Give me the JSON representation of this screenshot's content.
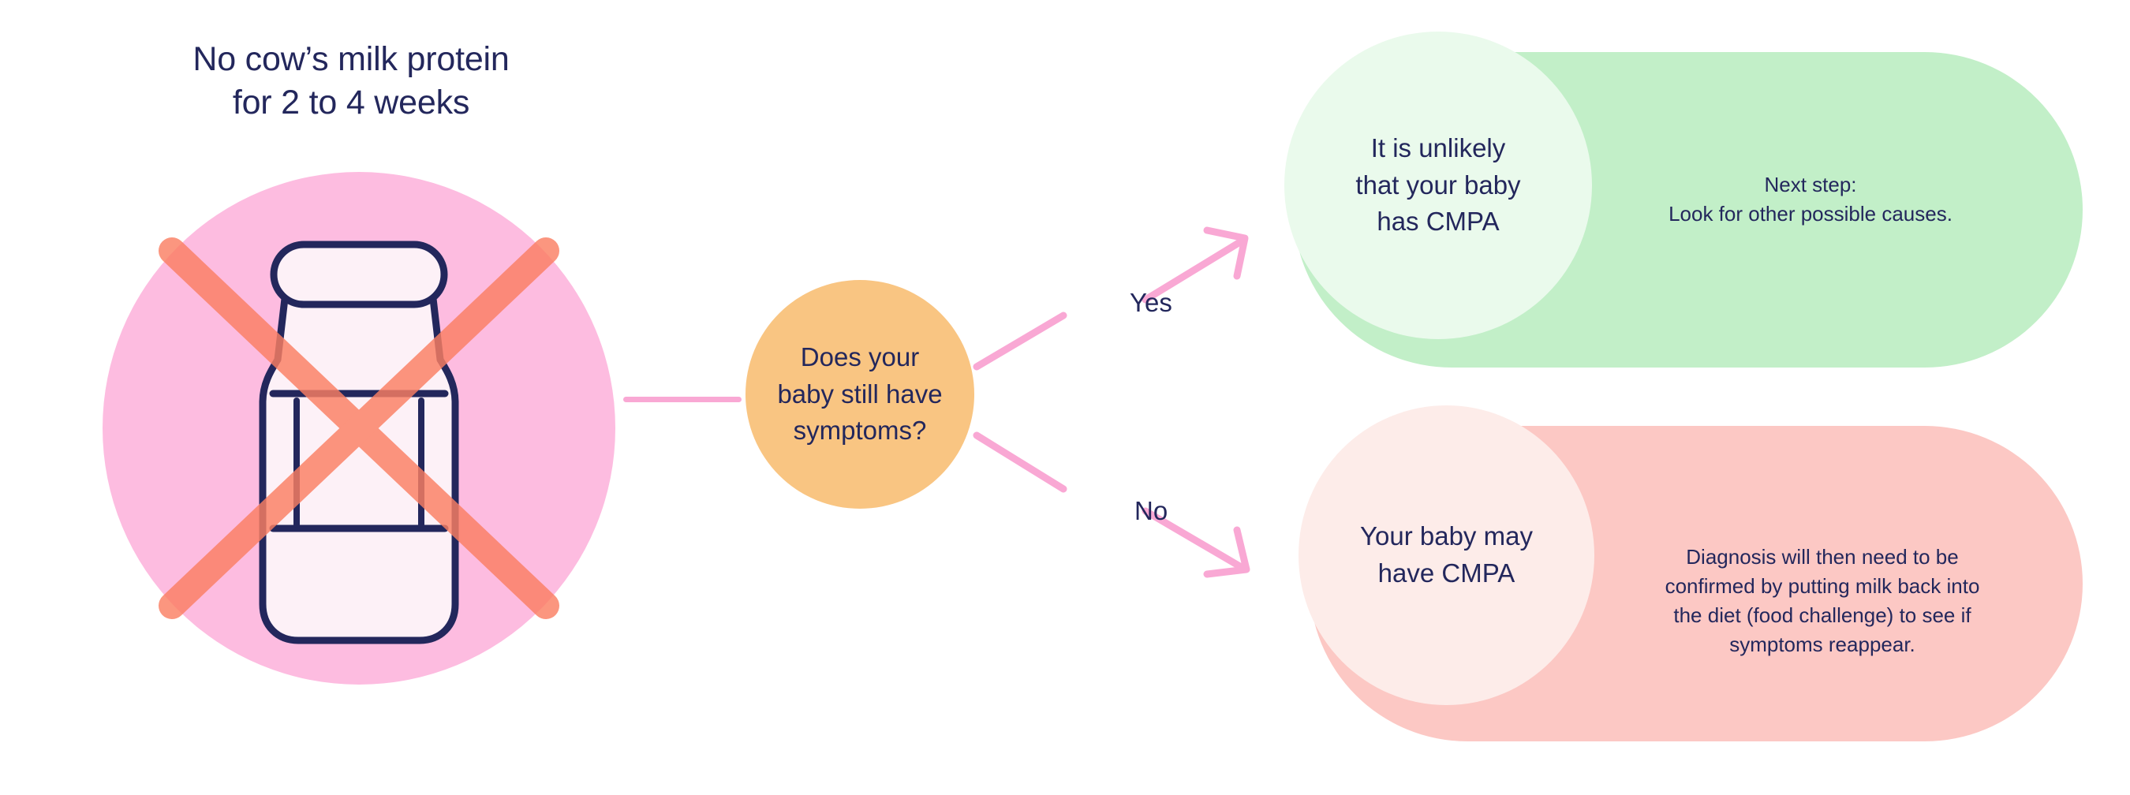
{
  "diagram": {
    "start": {
      "heading_line1": "No cow’s milk protein",
      "heading_line2": "for 2 to 4 weeks",
      "icon_name": "no-milk-bottle-icon",
      "circle_color": "#FDBCE0",
      "bottle_outline_color": "#23275C",
      "bottle_fill_color": "#FDF1F7",
      "cross_color": "#FB8B72"
    },
    "decision": {
      "line1": "Does your",
      "line2": "baby still have",
      "line3": "symptoms?",
      "color": "#F9C582"
    },
    "connector_color": "#F9A8D4",
    "branches": [
      {
        "label": "Yes",
        "target": "green-outcome"
      },
      {
        "label": "No",
        "target": "pink-outcome"
      }
    ],
    "outcomes": [
      {
        "id": "green-outcome",
        "bubble_line1": "It is unlikely",
        "bubble_line2": "that your baby",
        "bubble_line3": "has CMPA",
        "body_line1": "Next step:",
        "body_line2": "Look for other possible causes.",
        "card_color": "#C2EFC8",
        "bubble_color": "#EAFAEC"
      },
      {
        "id": "pink-outcome",
        "bubble_line1": "Your baby may",
        "bubble_line2": "have CMPA",
        "body_line1": "Diagnosis will then need to be",
        "body_line2": "confirmed by putting milk back into",
        "body_line3": "the diet (food challenge) to see if",
        "body_line4": "symptoms reappear.",
        "card_color": "#FCC8C4",
        "bubble_color": "#FDECE9"
      }
    ]
  }
}
